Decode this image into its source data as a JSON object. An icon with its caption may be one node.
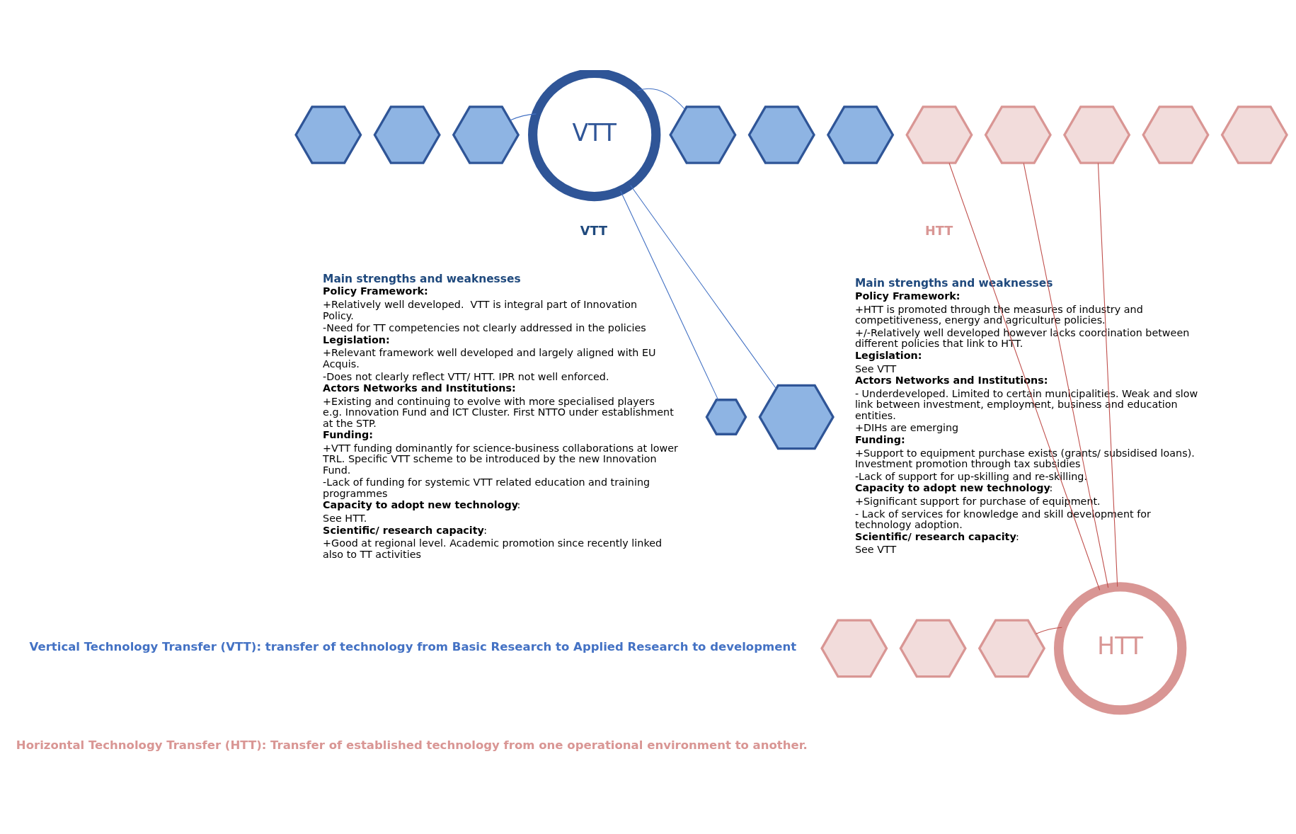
{
  "diagram": {
    "nodes": [
      {
        "text": [
          "VTT"
        ]
      },
      {
        "text": [],
        "shape": "hexagon"
      },
      {
        "text": [],
        "shape": "hexagon"
      },
      {
        "text": [],
        "shape": "hexagon"
      },
      {
        "text": [],
        "shape": "hexagon"
      },
      {
        "text": [],
        "shape": "hexagon"
      },
      {
        "text": [],
        "shape": "hexagon"
      },
      {
        "text": [],
        "shape": "hexagon"
      },
      {
        "text": [],
        "shape": "hexagon"
      },
      {
        "text": [
          "HTT"
        ]
      },
      {
        "text": [],
        "shape": "hexagon"
      },
      {
        "text": [],
        "shape": "hexagon"
      },
      {
        "text": [],
        "shape": "hexagon"
      },
      {
        "text": [],
        "shape": "hexagon"
      },
      {
        "text": [],
        "shape": "hexagon"
      },
      {
        "text": [],
        "shape": "hexagon"
      },
      {
        "text": [],
        "shape": "hexagon"
      },
      {
        "text": [],
        "shape": "hexagon"
      }
    ],
    "edges": [
      {
        "from": 0,
        "to": 3,
        "arrow": "none"
      },
      {
        "from": 0,
        "to": 4,
        "arrow": "none"
      },
      {
        "from": 0,
        "to": 7,
        "arrow": "none"
      },
      {
        "from": 0,
        "to": 8,
        "arrow": "none"
      },
      {
        "from": 10,
        "to": 9,
        "arrow": "none",
        "color": "#c0504d"
      },
      {
        "from": 11,
        "to": 9,
        "arrow": "none",
        "color": "#c0504d"
      },
      {
        "from": 12,
        "to": 9,
        "arrow": "none",
        "color": "#c0504d"
      },
      {
        "from": 17,
        "to": 9,
        "arrow": "none",
        "color": "#c0504d"
      }
    ],
    "labels": [
      "VTT",
      "Main strengths and weaknesses",
      "**Policy Framework:**",
      "+Relatively well developed.  VTT is integral part of Innovation Policy.",
      "-Need for TT competencies not clearly addressed in the policies",
      "**Legislation:**",
      "+Relevant framework well developed and largely aligned with EU Acquis.",
      "-Does not clearly reflect VTT/ HTT. IPR not well enforced.",
      "**Actors Networks and Institutions:**",
      "+Existing and continuing to evolve with more specialised players e.g. Innovation Fund and ICT Cluster. First NTTO under establishment at the STP.",
      "**Funding:**",
      "+VTT funding dominantly for science-business collaborations at lower TRL. Specific VTT scheme to be introduced by the new Innovation Fund.",
      "-Lack of funding for systemic VTT related education and training programmes",
      "**Capacity to adopt new technology**:",
      "See HTT.",
      "**Scientific/ research capacity**:",
      "+Good at regional level. Academic promotion since recently linked also to TT activities",
      "HTT",
      "Main strengths and weaknesses",
      "**Policy Framework:**",
      "+HTT is promoted through the measures of industry and competitiveness, energy and agriculture policies.",
      "+/-Relatively well developed however lacks coordination between different policies that link to HTT.",
      "**Legislation:**",
      "See VTT",
      "**Actors Networks and Institutions:**",
      "- Underdeveloped. Limited to certain municipalities. Weak and slow link between investment, employment, business and education entities.",
      "+DIHs are emerging",
      "**Funding:**",
      "+Support to equipment purchase exists (grants/ subsidised loans). Investment promotion through tax subsidies",
      "-Lack of support for up-skilling and re-skilling.",
      "**Capacity to adopt new technology**:",
      "+Significant support for purchase of equipment.",
      "- Lack of services for knowledge and skill development for technology adoption.",
      "**Scientific/ research capacity**:",
      "See VTT",
      "Vertical Technology Transfer (VTT): transfer of technology from Basic Research to Applied Research to development",
      "Horizontal Technology Transfer (HTT): Transfer of established technology from one operational environment to another."
    ]
  }
}
